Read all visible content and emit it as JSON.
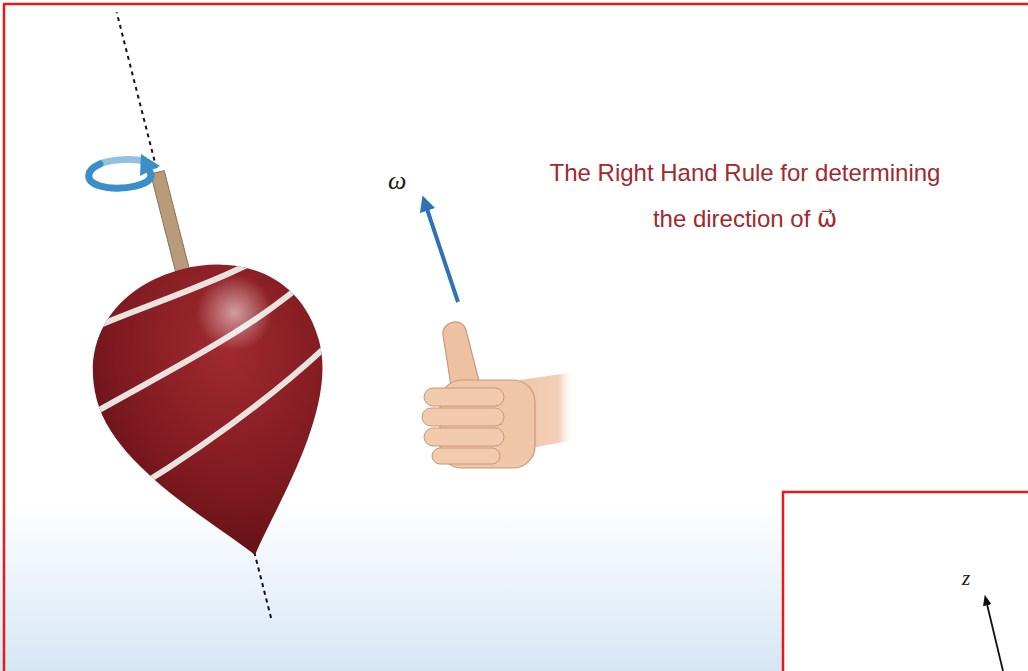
{
  "diagram": {
    "title": "The Right Hand Rule for determining the direction of ω⃗",
    "labels": [
      "ω⃗",
      "z"
    ]
  }
}
